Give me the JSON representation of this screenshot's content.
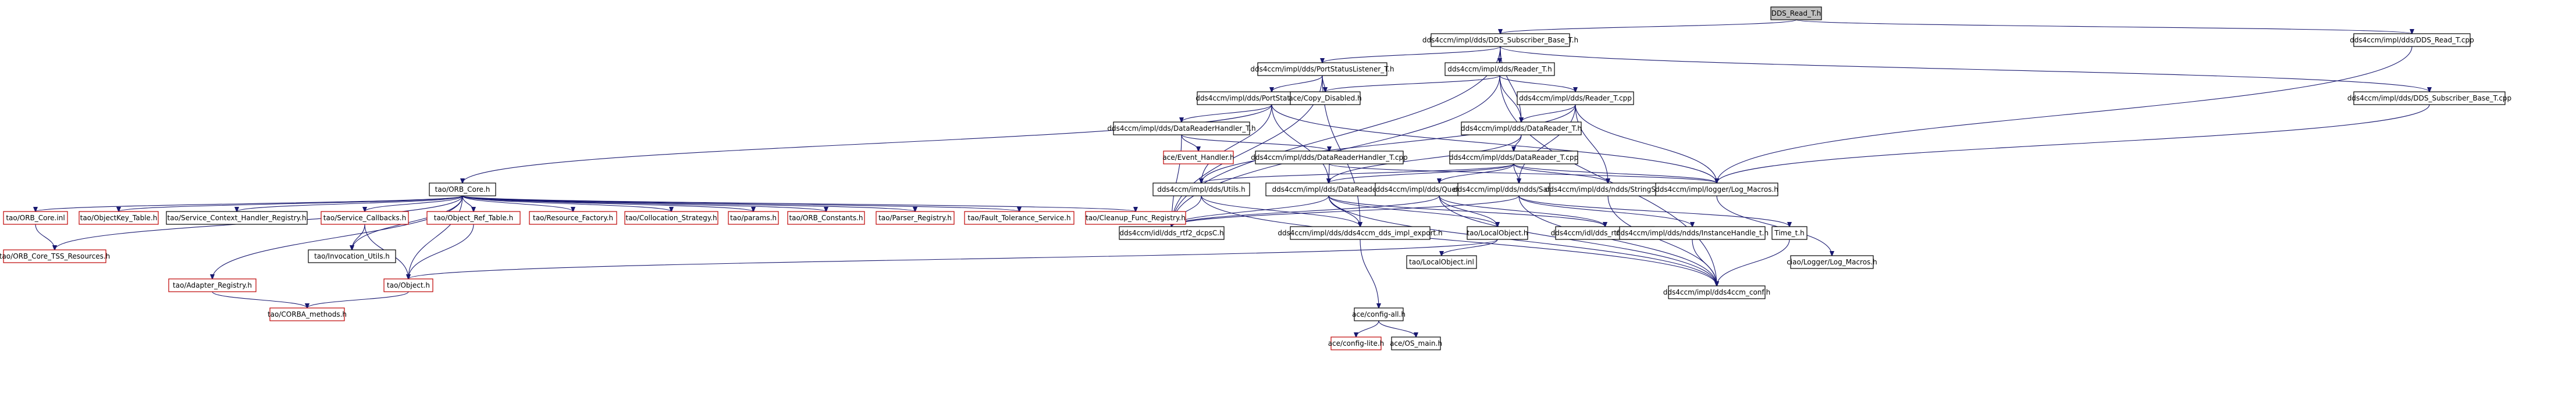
{
  "graph": {
    "nodes": [
      {
        "id": "root",
        "label": "DDS_Read_T.h",
        "root": true
      },
      {
        "id": "subbase",
        "label": "dds4ccm/impl/dds/DDS_Subscriber_Base_T.h"
      },
      {
        "id": "readcpp",
        "label": "dds4ccm/impl/dds/DDS_Read_T.cpp"
      },
      {
        "id": "pslh",
        "label": "dds4ccm/impl/dds/PortStatusListener_T.h"
      },
      {
        "id": "readerh",
        "label": "dds4ccm/impl/dds/Reader_T.h"
      },
      {
        "id": "pslcpp",
        "label": "dds4ccm/impl/dds/PortStatusListener_T.cpp"
      },
      {
        "id": "copydis",
        "label": "ace/Copy_Disabled.h"
      },
      {
        "id": "readercpp",
        "label": "dds4ccm/impl/dds/Reader_T.cpp"
      },
      {
        "id": "subbasecpp",
        "label": "dds4ccm/impl/dds/DDS_Subscriber_Base_T.cpp"
      },
      {
        "id": "drhh",
        "label": "dds4ccm/impl/dds/DataReaderHandler_T.h"
      },
      {
        "id": "drth",
        "label": "dds4ccm/impl/dds/DataReader_T.h"
      },
      {
        "id": "evh",
        "label": "ace/Event_Handler.h",
        "missing": true
      },
      {
        "id": "drhcpp",
        "label": "dds4ccm/impl/dds/DataReaderHandler_T.cpp"
      },
      {
        "id": "drtcpp",
        "label": "dds4ccm/impl/dds/DataReader_T.cpp"
      },
      {
        "id": "orbcore",
        "label": "tao/ORB_Core.h"
      },
      {
        "id": "utils",
        "label": "dds4ccm/impl/dds/Utils.h"
      },
      {
        "id": "datareader",
        "label": "dds4ccm/impl/dds/DataReader.h"
      },
      {
        "id": "querycond",
        "label": "dds4ccm/impl/dds/QueryCondition.h"
      },
      {
        "id": "sampleinfo",
        "label": "dds4ccm/impl/dds/ndds/SampleInfo.h"
      },
      {
        "id": "stringseq",
        "label": "dds4ccm/impl/dds/ndds/StringSeq.h"
      },
      {
        "id": "logmacros",
        "label": "dds4ccm/impl/logger/Log_Macros.h"
      },
      {
        "id": "orbcorei",
        "label": "tao/ORB_Core.inl",
        "missing": true
      },
      {
        "id": "objkey",
        "label": "tao/ObjectKey_Table.h",
        "missing": true
      },
      {
        "id": "scr",
        "label": "tao/Service_Context_Handler_Registry.h"
      },
      {
        "id": "svccb",
        "label": "tao/Service_Callbacks.h",
        "missing": true
      },
      {
        "id": "objref",
        "label": "tao/Object_Ref_Table.h",
        "missing": true
      },
      {
        "id": "resfac",
        "label": "tao/Resource_Factory.h",
        "missing": true
      },
      {
        "id": "colloc",
        "label": "tao/Collocation_Strategy.h",
        "missing": true
      },
      {
        "id": "params",
        "label": "tao/params.h",
        "missing": true
      },
      {
        "id": "orbconst",
        "label": "tao/ORB_Constants.h",
        "missing": true
      },
      {
        "id": "parser",
        "label": "tao/Parser_Registry.h",
        "missing": true
      },
      {
        "id": "fts",
        "label": "tao/Fault_Tolerance_Service.h",
        "missing": true
      },
      {
        "id": "cleanup",
        "label": "tao/Cleanup_Func_Registry.h",
        "missing": true
      },
      {
        "id": "nddscpp",
        "label": "dds4ccm/idl/dds_rtf2_dcpsC.h"
      },
      {
        "id": "implexport",
        "label": "dds4ccm/impl/dds/dds4ccm_dds_impl_export.h"
      },
      {
        "id": "localobj",
        "label": "tao/LocalObject.h"
      },
      {
        "id": "dcpsec",
        "label": "dds4ccm/idl/dds_rtf2_dcpsEC.h"
      },
      {
        "id": "insthandle",
        "label": "dds4ccm/impl/dds/ndds/InstanceHandle_t.h"
      },
      {
        "id": "timet",
        "label": "Time_t.h"
      },
      {
        "id": "ciaolog",
        "label": "ciao/Logger/Log_Macros.h"
      },
      {
        "id": "tsslib",
        "label": "tao/ORB_Core_TSS_Resources.h",
        "missing": true
      },
      {
        "id": "adapter",
        "label": "tao/Adapter_Registry.h",
        "missing": true
      },
      {
        "id": "invutils",
        "label": "tao/Invocation_Utils.h"
      },
      {
        "id": "objecth",
        "label": "tao/Object.h",
        "missing": true
      },
      {
        "id": "configall",
        "label": "ace/config-all.h"
      },
      {
        "id": "localobji",
        "label": "tao/LocalObject.inl"
      },
      {
        "id": "ddsconf",
        "label": "dds4ccm/impl/dds4ccm_conf.h"
      },
      {
        "id": "corbameth",
        "label": "tao/CORBA_methods.h",
        "missing": true
      },
      {
        "id": "configlite",
        "label": "ace/config-lite.h",
        "missing": true
      },
      {
        "id": "osmain",
        "label": "ace/OS_main.h"
      }
    ]
  },
  "colors": {
    "edge": "#191970",
    "missing_border": "#bf0000",
    "root_fill": "#bfbfbf"
  }
}
